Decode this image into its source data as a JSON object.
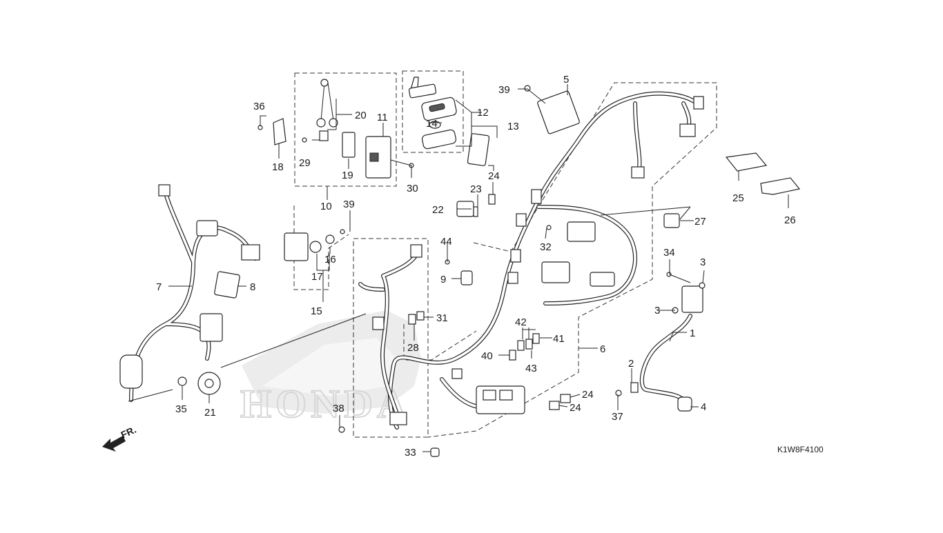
{
  "diagram": {
    "code": "K1W8F4100",
    "front_label": "FR.",
    "watermark": "HONDA",
    "callouts": [
      {
        "id": "c1",
        "label": "1"
      },
      {
        "id": "c2",
        "label": "2"
      },
      {
        "id": "c3a",
        "label": "3"
      },
      {
        "id": "c3b",
        "label": "3"
      },
      {
        "id": "c4",
        "label": "4"
      },
      {
        "id": "c5",
        "label": "5"
      },
      {
        "id": "c6",
        "label": "6"
      },
      {
        "id": "c7",
        "label": "7"
      },
      {
        "id": "c8",
        "label": "8"
      },
      {
        "id": "c9",
        "label": "9"
      },
      {
        "id": "c10",
        "label": "10"
      },
      {
        "id": "c11",
        "label": "11"
      },
      {
        "id": "c12",
        "label": "12"
      },
      {
        "id": "c13",
        "label": "13"
      },
      {
        "id": "c14",
        "label": "14"
      },
      {
        "id": "c15",
        "label": "15"
      },
      {
        "id": "c16",
        "label": "16"
      },
      {
        "id": "c17",
        "label": "17"
      },
      {
        "id": "c18",
        "label": "18"
      },
      {
        "id": "c19",
        "label": "19"
      },
      {
        "id": "c20",
        "label": "20"
      },
      {
        "id": "c21",
        "label": "21"
      },
      {
        "id": "c22",
        "label": "22"
      },
      {
        "id": "c23",
        "label": "23"
      },
      {
        "id": "c24a",
        "label": "24"
      },
      {
        "id": "c24b",
        "label": "24"
      },
      {
        "id": "c24c",
        "label": "24"
      },
      {
        "id": "c25",
        "label": "25"
      },
      {
        "id": "c26",
        "label": "26"
      },
      {
        "id": "c27",
        "label": "27"
      },
      {
        "id": "c28",
        "label": "28"
      },
      {
        "id": "c29",
        "label": "29"
      },
      {
        "id": "c30",
        "label": "30"
      },
      {
        "id": "c31",
        "label": "31"
      },
      {
        "id": "c32",
        "label": "32"
      },
      {
        "id": "c33",
        "label": "33"
      },
      {
        "id": "c34",
        "label": "34"
      },
      {
        "id": "c35",
        "label": "35"
      },
      {
        "id": "c36",
        "label": "36"
      },
      {
        "id": "c37",
        "label": "37"
      },
      {
        "id": "c38",
        "label": "38"
      },
      {
        "id": "c39a",
        "label": "39"
      },
      {
        "id": "c39b",
        "label": "39"
      },
      {
        "id": "c40",
        "label": "40"
      },
      {
        "id": "c41",
        "label": "41"
      },
      {
        "id": "c42",
        "label": "42"
      },
      {
        "id": "c43",
        "label": "43"
      },
      {
        "id": "c44",
        "label": "44"
      }
    ]
  }
}
